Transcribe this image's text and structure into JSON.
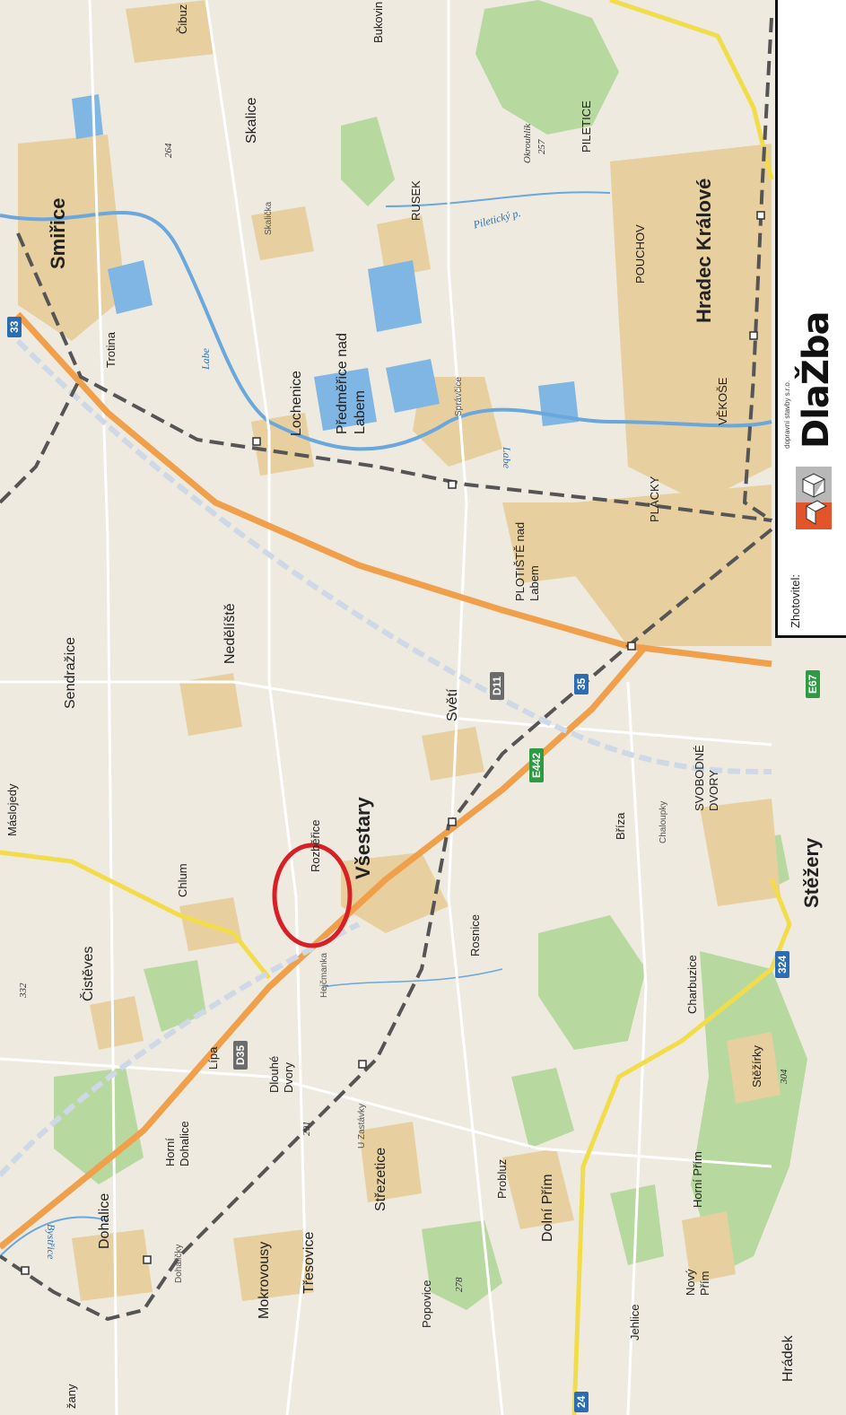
{
  "map": {
    "towns_major": [
      "Smiřice",
      "Hradec Králové",
      "Všestary",
      "Stěžery"
    ],
    "towns": [
      "Čibuz",
      "Bukovin",
      "Skalice",
      "Skalička",
      "RUSEK",
      "PILETICE",
      "POUCHOV",
      "Lochenice",
      "Předměřice nad Labem",
      "VĚKOŠE",
      "Trotina",
      "PLÁCKY",
      "PLOTIŠTĚ nad Labem",
      "Nedělíště",
      "Sendražice",
      "Světí",
      "SVOBODNÉ DVORY",
      "Rozběřice",
      "Chlum",
      "Bříza",
      "Čistěves",
      "Rosnice",
      "Charbuzice",
      "Lípa",
      "Dlouhé Dvory",
      "Hejčmanka",
      "Stěžírky",
      "Horní Dohalice",
      "Dohalice",
      "Střezetice",
      "U Zastávky",
      "Probluz",
      "Dolní Přím",
      "Horní Přím",
      "Mokrovousy",
      "Třesovice",
      "Popovice",
      "Nový Přím",
      "Jehlice",
      "Hrádek",
      "Máslojedy",
      "Chaloupky",
      "Správčice",
      "Dohaličky",
      "žany"
    ],
    "water": [
      "Labe",
      "Piletický p.",
      "Bystřice"
    ],
    "peaks": [
      "264",
      "257",
      "332",
      "291",
      "278",
      "304"
    ],
    "peak_names": [
      "Okrouhlík"
    ],
    "roads": [
      "D11",
      "D35",
      "E442",
      "E67",
      "35",
      "324",
      "33",
      "24"
    ],
    "highlight_color": "#d81f26",
    "motorway_color": "#f0a04b",
    "road_color": "#f3dc4a",
    "rail_color": "#555555"
  },
  "legend": {
    "label": "Zhotovitel:",
    "brand": "DlaŽba",
    "brand_sub": "dopravní stavby s.r.o."
  }
}
